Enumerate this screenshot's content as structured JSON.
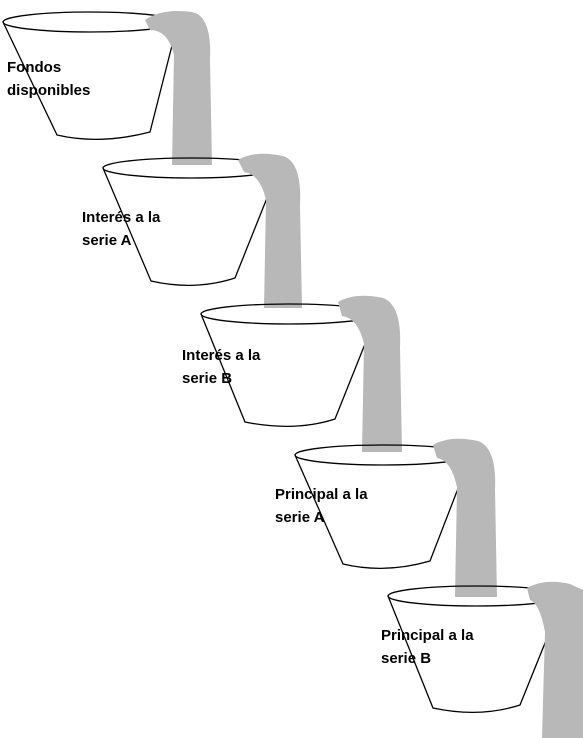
{
  "buckets": [
    {
      "lines": [
        "Fondos",
        "disponibles"
      ]
    },
    {
      "lines": [
        "Interés a la",
        "serie A"
      ]
    },
    {
      "lines": [
        "Interés a la",
        "serie B"
      ]
    },
    {
      "lines": [
        "Principal a la",
        "serie A"
      ]
    },
    {
      "lines": [
        "Principal a la",
        "serie B"
      ]
    }
  ],
  "colors": {
    "stream": "#b8b8b8",
    "outline": "#000000",
    "background": "#ffffff"
  }
}
